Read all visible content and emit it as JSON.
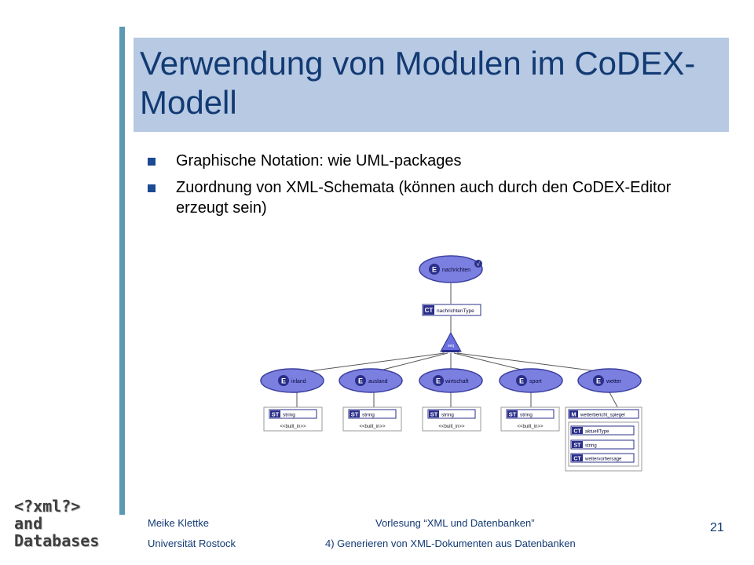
{
  "slide": {
    "title": "Verwendung von Modulen im CoDEX-Modell",
    "bullets": [
      "Graphische Notation: wie UML-packages",
      "Zuordnung von XML-Schemata (können auch durch den CoDEX-Editor erzeugt sein)"
    ],
    "page_number": "21"
  },
  "footer": {
    "author": "Meike Klettke",
    "university": "Universität Rostock",
    "course": "Vorlesung “XML und Datenbanken”",
    "chapter": "4) Generieren von XML-Dokumenten aus Datenbanken"
  },
  "logo": {
    "lines": [
      "<?xml?>",
      "and",
      "Databases"
    ]
  },
  "diagram": {
    "root": {
      "badge": "E",
      "label": "nachrichten",
      "check": "√"
    },
    "complex_type": {
      "badge": "CT",
      "label": "nachrichtenType"
    },
    "group": {
      "label": "seq"
    },
    "children": [
      {
        "badge": "E",
        "label": "inland"
      },
      {
        "badge": "E",
        "label": "ausland"
      },
      {
        "badge": "E",
        "label": "wirtschaft"
      },
      {
        "badge": "E",
        "label": "sport"
      },
      {
        "badge": "E",
        "label": "wetter"
      }
    ],
    "simple_types": [
      {
        "badge": "ST",
        "label": "string",
        "sub": "<<built_in>>"
      },
      {
        "badge": "ST",
        "label": "string",
        "sub": "<<built_in>>"
      },
      {
        "badge": "ST",
        "label": "string",
        "sub": "<<built_in>>"
      },
      {
        "badge": "ST",
        "label": "string",
        "sub": "<<built_in>>"
      }
    ],
    "module": {
      "badge": "M",
      "label": "wetterbericht_spiegel",
      "items": [
        {
          "badge": "CT",
          "label": "aktuellType"
        },
        {
          "badge": "ST",
          "label": "string"
        },
        {
          "badge": "CT",
          "label": "wettervorhersage"
        }
      ]
    },
    "colors": {
      "node_fill": "#7b7fe0",
      "node_stroke": "#3b3f9e",
      "badge_fill": "#2a2f8a",
      "box_stroke": "#9a9a9a",
      "header_fill": "#5a5fc8"
    }
  }
}
